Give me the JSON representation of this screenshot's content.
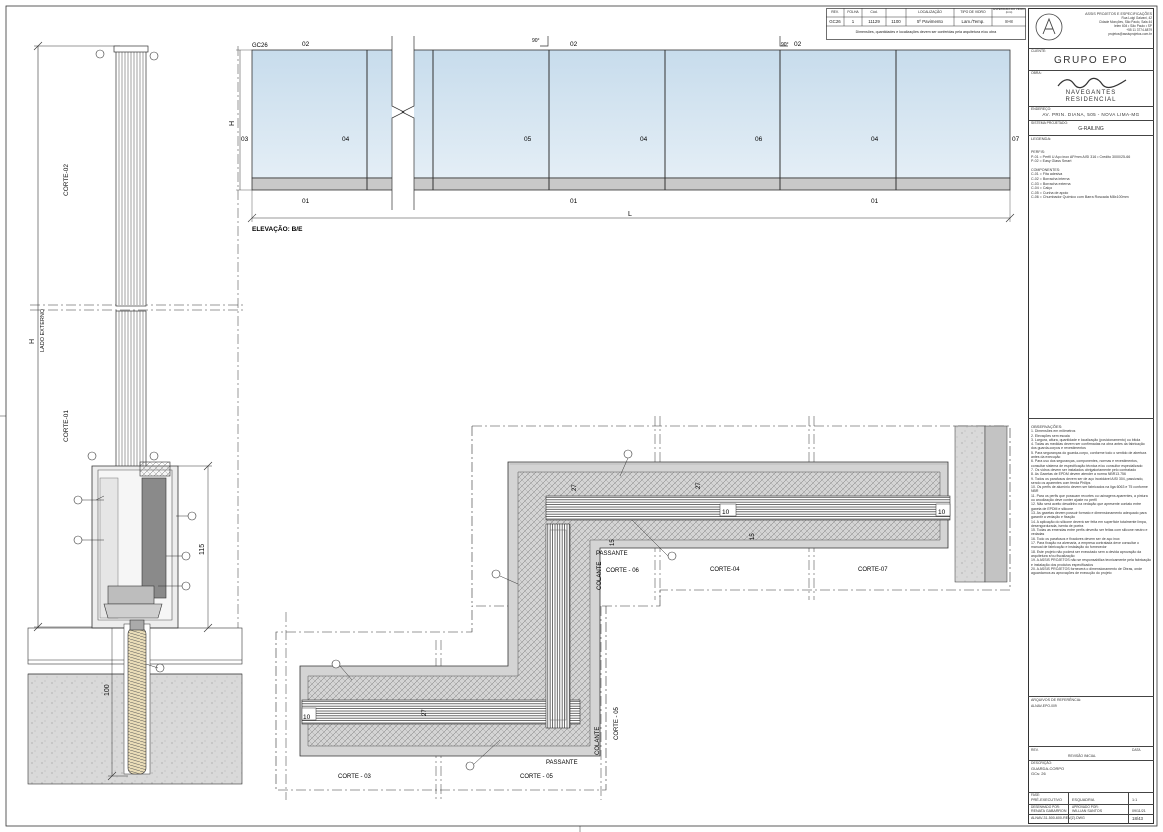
{
  "revision_table": {
    "headers": [
      "REV.",
      "FOLHA",
      "Cód.",
      "",
      "LOCALIZAÇÃO",
      "TIPO DE VIDRO",
      "ESPESSURA DO VIDRO (mm)"
    ],
    "values": [
      "GC26",
      "1",
      "11129",
      "1100",
      "5º Pavimento",
      "Lam./Temp.",
      "8+8"
    ],
    "note": "Dimensões, quantidades e localizações devem ser conferidas pela arquitetura e/ou obra"
  },
  "title_block": {
    "company_lines": [
      "ASSIS PROJETOS E ESPECIFICAÇÕES",
      "Rua Luigi Galvani, 42",
      "Cidade Monções, São Paulo, Sala 44",
      "Ielen 604 • São Paulo • SP",
      "+55 11 3774-6879",
      "projetos@assisprojetos.com.br"
    ],
    "client_label": "CLIENTE:",
    "client": "GRUPO EPO",
    "work_label": "OBRA:",
    "project_brand_1": "NAVEGANTES",
    "project_brand_2": "RESIDENCIAL",
    "address_label": "ENDEREÇO:",
    "address": "AV. PRIN. DIANA, 505 - NOVA LIMA-MG",
    "system_label": "SISTEMA PROJETADO:",
    "system": "G-RAILING",
    "legend_label": "LEGENDA:",
    "profiles_label": "PERFIS:",
    "profiles": [
      "P-01 = Perfil U Aço inox AP/mm AISI 316 • Credito 3000/25-66",
      "P-02 = Easy Glass Smart"
    ],
    "components_label": "COMPONENTES:",
    "components": [
      "C-01 = Fita adesiva",
      "C-02 = Borracha interna",
      "C-03 = Borracha externa",
      "C-04 = Calço",
      "C-05 = Cunha de apoio",
      "C-06 = Chumbador Químico com Barra Roscada M8x100mm"
    ],
    "observations_label": "OBSERVAÇÕES:",
    "observations": [
      "1. Dimensões em milímetros",
      "2. Elevações sem escala",
      "3. Largura, altura, quantidade e localização (posicionamento) ou bitola",
      "4. Todas as medidas devem ser confirmadas na obra antes da fabricação dos guarda-corpos e revestimentos",
      "5. Para seguranças do guarda-corpo, conforme todo o sentido de abertura antes da execução",
      "6. Para uso dos seguranças, componentes, normas e revestimentos, consultar sistema de especificação técnica e/ou consultor especializado",
      "7. Os vidros devem ser instalados obrigatoriamente pelo contratado",
      "8. As Gaxetas de EPDM devem atender a norma NBR13.756",
      "9. Todos os parafusos devem ser de aço inoxidável AISI 304, passivado, sendo os aparentes com fenda Philips",
      "10. Os perfis de alumínio devem ser fabricados na liga 6063 e T5 conforme NBR",
      "11. Para os perfis que possuam recortes ou usinagens aparentes, a pintura ou anodização deve conter ajuste no perfil",
      "12. Não será aceito desalinho na vedação que apresente contato entre gaxeta de EPDM e silicone",
      "13. As gaxetas devem possuir formato e dimensionamento adequado para garantir a vedação e fixação",
      "14. A aplicação do silicone deverá ser feita em superfície totalmente limpa, desengordurada, isenta de poeira",
      "15. Todas as emendas entre perfis deverão ser feitas com silicone neutro e vedadas",
      "16. Todo os parafusos e fixadores devem ser de aço inox",
      "17. Para fixação na alvenaria, a empresa contratada deve consultar o manual de fabricação e instalação do fornecedor",
      "18. Este projeto não poderá ser executado sem a devida aprovação da arquitetura e/ou fiscalização",
      "19. A ASSIS PROJETOS não se responsabiliza tecnicamente pela fabricação e instalação dos produtos especificados",
      "20. A ASSIS PROJETOS fornecerá o dimensionamento de Obras, onde aguardamos as aprovações de execução do projeto"
    ],
    "reference_label": "ARQUIVOS DE REFERÊNCIA:",
    "reference": "ALNAV-EPO-009",
    "rev_label": "REV.",
    "rev_desc_label": "REVISÃO INICIAL",
    "rev_date_label": "DATA",
    "description_label": "DESCRIÇÃO:",
    "description": "GUARDA-CORPO",
    "code": "GCs: 26",
    "phase_label": "FASE:",
    "phase": "PRÉ-EXECUTIVO",
    "sheet_type": "ESQUADRIA",
    "scale": "1:1",
    "drawn_label": "DESENHADO POR:",
    "drawn_by": "RENATA GABARRON",
    "approved_label": "APROVADO POR:",
    "approved_by": "WILLIAN SANTOS",
    "date": "09/11/21",
    "file": "ALNAV-31-500-600-REV(Z).DWG",
    "sheet_number": "18/43"
  },
  "elevation": {
    "gc_label": "GC26",
    "label_02": "02",
    "label_01": "01",
    "label_03": "03",
    "label_04": "04",
    "label_05": "05",
    "label_06": "06",
    "label_07": "07",
    "label_H": "H",
    "label_L": "L",
    "angle": "90°",
    "title": "ELEVAÇÃO: B/E"
  },
  "section": {
    "corte_02": "CORTE-02",
    "corte_01": "CORTE-01",
    "lado_externo": "LADO EXTERNO",
    "dim_H": "H",
    "dim_115": "115",
    "dim_100": "100"
  },
  "plan": {
    "corte_03": "CORTE - 03",
    "corte_04": "CORTE-04",
    "corte_05": "CORTE - 05",
    "corte_05v": "CORTE - 05",
    "corte_06": "CORTE - 06",
    "corte_07": "CORTE-07",
    "passante": "PASSANTE",
    "colante": "COLANTE",
    "dim_10": "10",
    "dim_15": "15",
    "dim_27": "27"
  }
}
